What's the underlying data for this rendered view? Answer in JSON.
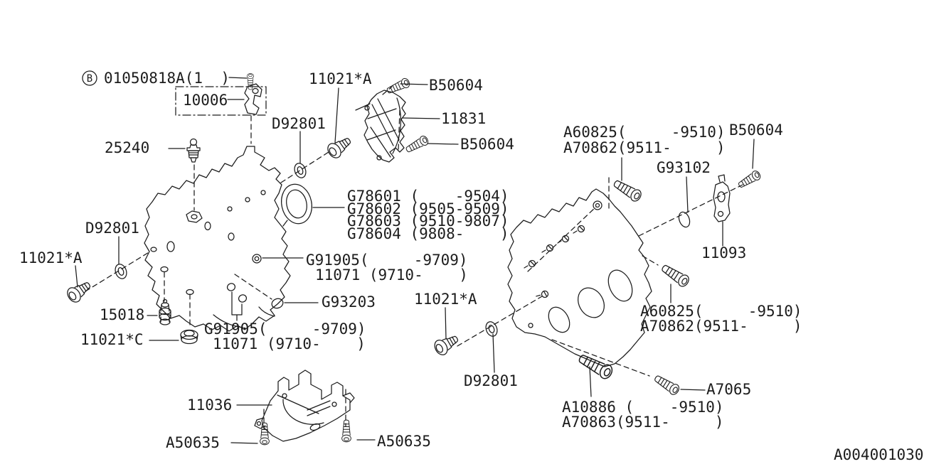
{
  "figure": {
    "code": "A004001030",
    "ref_badge": "B"
  },
  "parts": {
    "bolt_0105": "01050818A(1  )",
    "p10006": "10006",
    "p11021A": "11021*A",
    "p11021C": "11021*C",
    "pB50604": "B50604",
    "p11831": "11831",
    "pD92801": "D92801",
    "p25240": "25240",
    "pA60825": "A60825(     -9510)",
    "pA70862": "A70862(9511-     )",
    "pG93102": "G93102",
    "pG78601": "G78601 (    -9504)",
    "pG78602": "G78602 (9505-9509)",
    "pG78603": "G78603 (9510-9807)",
    "pG78604": "G78604 (9808-    )",
    "pG91905": "G91905(     -9709)",
    "p11071": "11071 (9710-    )",
    "pG93203": "G93203",
    "p15018": "15018",
    "p11093": "11093",
    "pA7065": "A7065",
    "pA10886": "A10886 (    -9510)",
    "pA70863": "A70863(9511-     )",
    "p11036": "11036",
    "pA50635": "A50635"
  }
}
